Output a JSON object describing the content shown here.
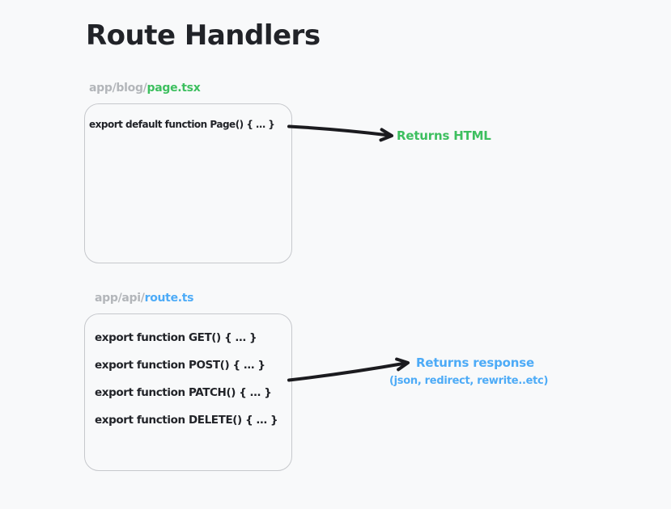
{
  "title": "Route Handlers",
  "colors": {
    "background": "#f8f9fa",
    "text_dark": "#212328",
    "gray_label": "#b3b6ba",
    "green": "#3dbf5f",
    "blue": "#4dabf7",
    "box_border": "#c6c8cc",
    "arrow": "#1b1b1f"
  },
  "page_route": {
    "path_prefix": "app/blog/",
    "file_name": "page.tsx",
    "code_lines": [
      "export default function Page() { … }"
    ],
    "result_label": "Returns HTML"
  },
  "api_route": {
    "path_prefix": "app/api/",
    "file_name": "route.ts",
    "code_lines": [
      "export function GET() { … }",
      "export function POST() { … }",
      "export function PATCH() { … }",
      "export function DELETE() { … }"
    ],
    "result_label_line1": "Returns response",
    "result_label_line2": "(json, redirect, rewrite..etc)"
  }
}
